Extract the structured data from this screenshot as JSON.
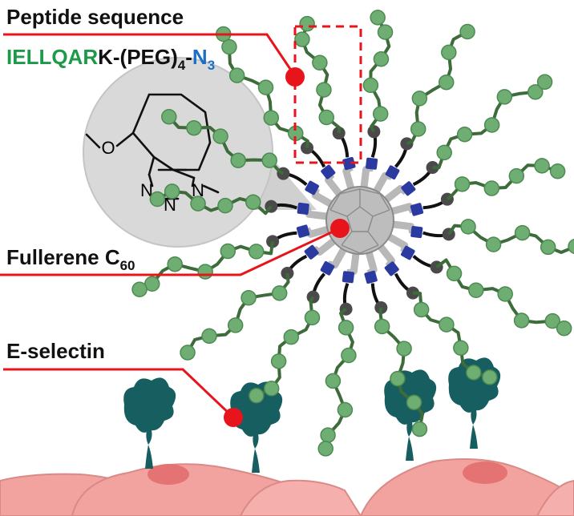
{
  "labels": {
    "peptide_title": "Peptide sequence",
    "seq_green": "IELLQAR",
    "seq_black": "K-(PEG)",
    "seq_peg_sub": "4",
    "seq_dash": "-",
    "seq_azide": "N",
    "seq_azide_sub": "3",
    "fullerene": "Fullerene C",
    "fullerene_sub": "60",
    "eselectin": "E-selectin"
  },
  "triazole_atoms": {
    "oxygen": "O",
    "n_left": "N",
    "n_bottom": "N",
    "n_right": "N"
  },
  "colors": {
    "callout_red": "#e8141c",
    "peptide_green": "#1c9a4a",
    "azide_blue": "#1c6fc4",
    "bead_green": "#6fae72",
    "bead_stroke": "#4d8a52",
    "peg_dark": "#3d6b3a",
    "linker_black": "#111111",
    "lysine_gray": "#4a4a4a",
    "triazole_blue": "#2a3aa0",
    "spoke_gray": "#b8b8b8",
    "fullerene_gray": "#bdbdbd",
    "cell_pink": "#f2a3a0",
    "nucleus_pink": "#e57373",
    "protein_teal": "#165e60",
    "magnifier_gray": "#d4d4d4"
  }
}
